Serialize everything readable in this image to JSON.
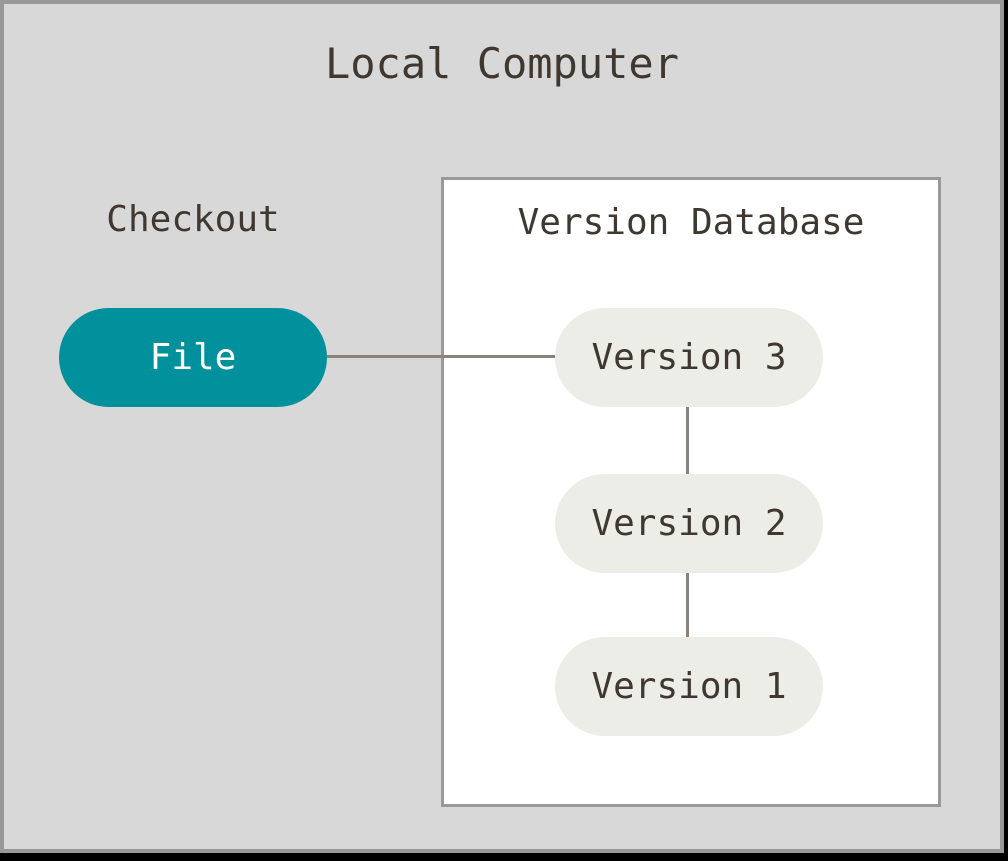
{
  "diagram": {
    "title": "Local Computer",
    "checkout_label": "Checkout",
    "file_node": {
      "label": "File"
    },
    "version_database": {
      "title": "Version Database",
      "nodes": [
        {
          "label": "Version 3"
        },
        {
          "label": "Version 2"
        },
        {
          "label": "Version 1"
        }
      ]
    },
    "connections": [
      {
        "from": "File",
        "to": "Version 3"
      },
      {
        "from": "Version 3",
        "to": "Version 2"
      },
      {
        "from": "Version 2",
        "to": "Version 1"
      }
    ],
    "colors": {
      "canvas_bg": "#D8D8D8",
      "frame_border": "#999999",
      "frame_shadow": "#000000",
      "box_bg": "#FFFFFF",
      "box_border": "#999999",
      "node_fill": "#EDEDE7",
      "file_fill": "#00919C",
      "file_text": "#FFFFFF",
      "text": "#3F3831",
      "connector": "#8A837C"
    }
  }
}
